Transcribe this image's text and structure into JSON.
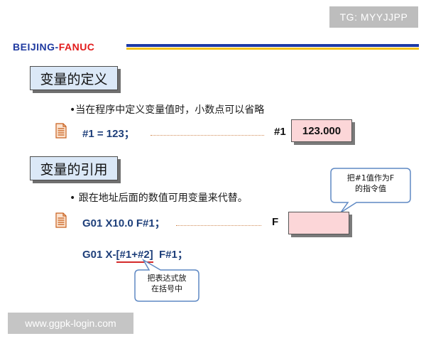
{
  "watermark_tag": "TG: MYYJJPP",
  "brand": {
    "part1": "BEIJING-",
    "part2": "FANUC"
  },
  "section_definition": {
    "title": "变量的定义",
    "bullet": "•当在程序中定义变量值时，小数点可以省略",
    "code": "#1 = 123；",
    "result_label": "#1",
    "result_value": "123.000"
  },
  "section_reference": {
    "title": "变量的引用",
    "bullet": "• 跟在地址后面的数值可用变量来代替。",
    "code1": "G01 X10.0 F#1；",
    "result_label": "F",
    "result_value": "",
    "callout_top": {
      "line1": "把#1值作为F",
      "line2": "的指令值"
    },
    "code2": {
      "prefix": "G01 X-",
      "expr": "[#1+#2]",
      "suffix": "  F#1；"
    },
    "callout_bottom": {
      "line1": "把表达式放",
      "line2": "在括号中"
    }
  },
  "footer_url": "www.ggpk-login.com",
  "colors": {
    "brand_blue": "#1f3aa0",
    "brand_red": "#e21b1b",
    "section_fill": "#dbe8f7",
    "result_fill": "#fcd6d8",
    "code_text": "#1e3f7a",
    "icon_orange": "#e0782c"
  },
  "icons": {
    "note": "document-note-icon"
  }
}
